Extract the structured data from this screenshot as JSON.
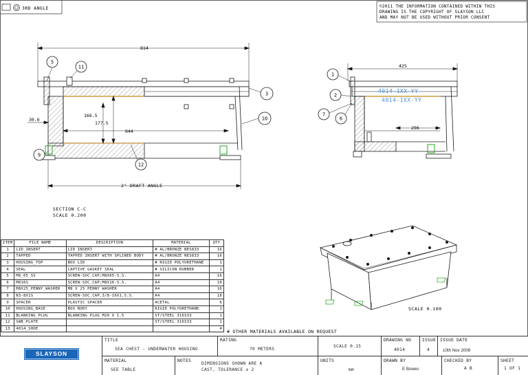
{
  "projection": {
    "label": "3RD ANGLE"
  },
  "copyright": {
    "lines": [
      "©2011 THE INFORMATION CONTAINED WITHIN THIS",
      "DRAWING IS THE COPYRIGHT OF SLAYSON LLC",
      "AND MAY NOT BE USED WITHOUT PRIOR CONSENT"
    ]
  },
  "dimensions": {
    "overall_length": "814",
    "height_inner": "166.5",
    "height_outer": "177.5",
    "inner_length": "644",
    "flange": "30.6",
    "side_width": "425",
    "side_inner": "296",
    "draft_angle": "2° DRAFT ANGLE"
  },
  "balloons": [
    "1",
    "2",
    "3",
    "5",
    "6",
    "7",
    "9",
    "10",
    "11",
    "12"
  ],
  "part_marks": [
    "4014-1XX-YY",
    "4014-1XX-YY"
  ],
  "section": {
    "title": "SECTION  C-C",
    "scale": "SCALE  0.200"
  },
  "iso_scale": "SCALE  0.100",
  "notes_line": "# OTHER MATERIALS AVAILABLE ON REQUEST",
  "bom": {
    "headers": [
      "ITEM",
      "FILE NAME",
      "DESCRIPTION",
      "MATERIAL",
      "QTY"
    ],
    "rows": [
      [
        "1",
        "LID_INSERT",
        "LID INSERT",
        "# AL/BRONZE NES833",
        "16"
      ],
      [
        "2",
        "TAPPED",
        "TAPPED INSERT WITH SPLINED BODY",
        "# AL/BRONZE NES833",
        "16"
      ],
      [
        "3",
        "HOUSING_TOP",
        "BOX LID",
        "# RIGID POLYURETHANE",
        "1"
      ],
      [
        "4",
        "SEAL",
        "CAPTIVE GASKET SEAL",
        "# SILICON RUBBER",
        "1"
      ],
      [
        "5",
        "M8_65_SS",
        "SCREW-SOC.CAP;M8X65-S.S.",
        "A4",
        "16"
      ],
      [
        "6",
        "M816S",
        "SCREW-SOC.CAP;M8X16-S.S.",
        "A4",
        "16"
      ],
      [
        "7",
        "M8X25_PENNY_WASHER",
        "M8 X 25 PENNY WASHER",
        "A4",
        "16"
      ],
      [
        "8",
        "N3-8X1S",
        "SCREW-SOC.CAP,3/8-16X1,S.S.",
        "A4",
        "18"
      ],
      [
        "9",
        "SPACER",
        "PLASTIC SPACER",
        "ACETAL",
        "6"
      ],
      [
        "10",
        "HOUSING_BASE",
        "BOX BODY",
        "RIGID POLYURETHANE",
        "1"
      ],
      [
        "11",
        "BLANKING_PLUG",
        "BLANKING PLUG M20 X 1.5",
        "ST/STEEL 316S33",
        "1"
      ],
      [
        "12",
        "SWB_PLATE",
        "",
        "ST/STEEL 316S33",
        "1"
      ],
      [
        "13",
        "4014_SHOE",
        "",
        "",
        "4"
      ]
    ]
  },
  "title_block": {
    "logo": "SLAYSON",
    "title_label": "TITLE",
    "title": "SEA CHEST - UNDERWATER HOUSING",
    "rating_label": "RATING",
    "rating": "70 METERS",
    "scale": "SCALE 0.15",
    "drawing_no_label": "DRAWING NO",
    "drawing_no": "4014",
    "issue_label": "ISSUE",
    "issue": "4",
    "issue_date_label": "ISSUE DATE",
    "issue_date": "10th Nov 2009",
    "material_label": "MATERIAL",
    "material": "SEE TABLE",
    "notes_label": "NOTES",
    "notes_1": "DIMENSIONS SHOWN ARE A",
    "notes_2": "CAST, TOLERANCE ± 2",
    "units_label": "UNITS",
    "units": "mm",
    "drawn_by_label": "DRAWN BY",
    "drawn_by": "E Bowes",
    "checked_by_label": "CHECKED BY",
    "checked_by": "A B",
    "sheet_label": "SHEET",
    "sheet": "1 OF 1"
  },
  "colors": {
    "line": "#1a1a1a",
    "accent_green": "#22aa22",
    "blue_text": "#4a90d9",
    "seal_tan": "#d9b46a",
    "logo_blue": "#1a66b8"
  }
}
